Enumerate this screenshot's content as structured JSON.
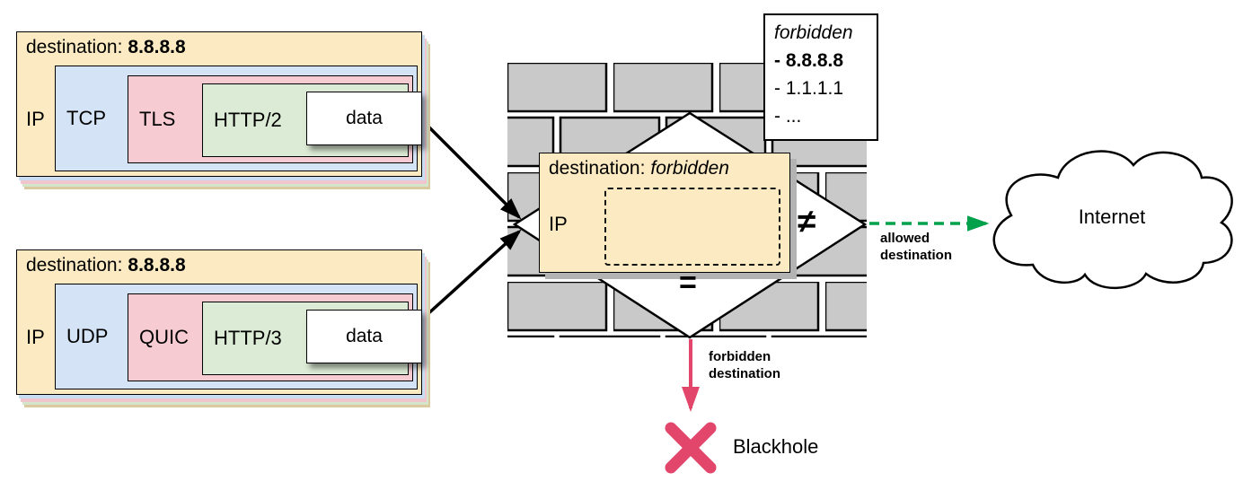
{
  "colors": {
    "packet_bg": "#FBEAC2",
    "layer_blue": "#D4E3F6",
    "layer_pink": "#F6CBD1",
    "layer_green": "#DCEBD5",
    "brick_gray": "#C9C9C9",
    "forbidden_red": "#E2476B",
    "allowed_green": "#00A14B"
  },
  "packets": {
    "top": {
      "dest_label": "destination:",
      "dest_value": "8.8.8.8",
      "ip": "IP",
      "transport": "TCP",
      "security": "TLS",
      "application": "HTTP/2",
      "payload": "data"
    },
    "bottom": {
      "dest_label": "destination:",
      "dest_value": "8.8.8.8",
      "ip": "IP",
      "transport": "UDP",
      "security": "QUIC",
      "application": "HTTP/3",
      "payload": "data"
    }
  },
  "firewall": {
    "packet": {
      "dest_label": "destination:",
      "dest_value": "forbidden",
      "ip": "IP"
    },
    "rules": {
      "title": "forbidden",
      "items": [
        "- 8.8.8.8",
        "- 1.1.1.1",
        "- ..."
      ]
    },
    "decision": {
      "not_equal": "≠",
      "equal": "="
    }
  },
  "labels": {
    "allowed_line1": "allowed",
    "allowed_line2": "destination",
    "forbidden_line1": "forbidden",
    "forbidden_line2": "destination",
    "blackhole": "Blackhole",
    "internet": "Internet"
  }
}
